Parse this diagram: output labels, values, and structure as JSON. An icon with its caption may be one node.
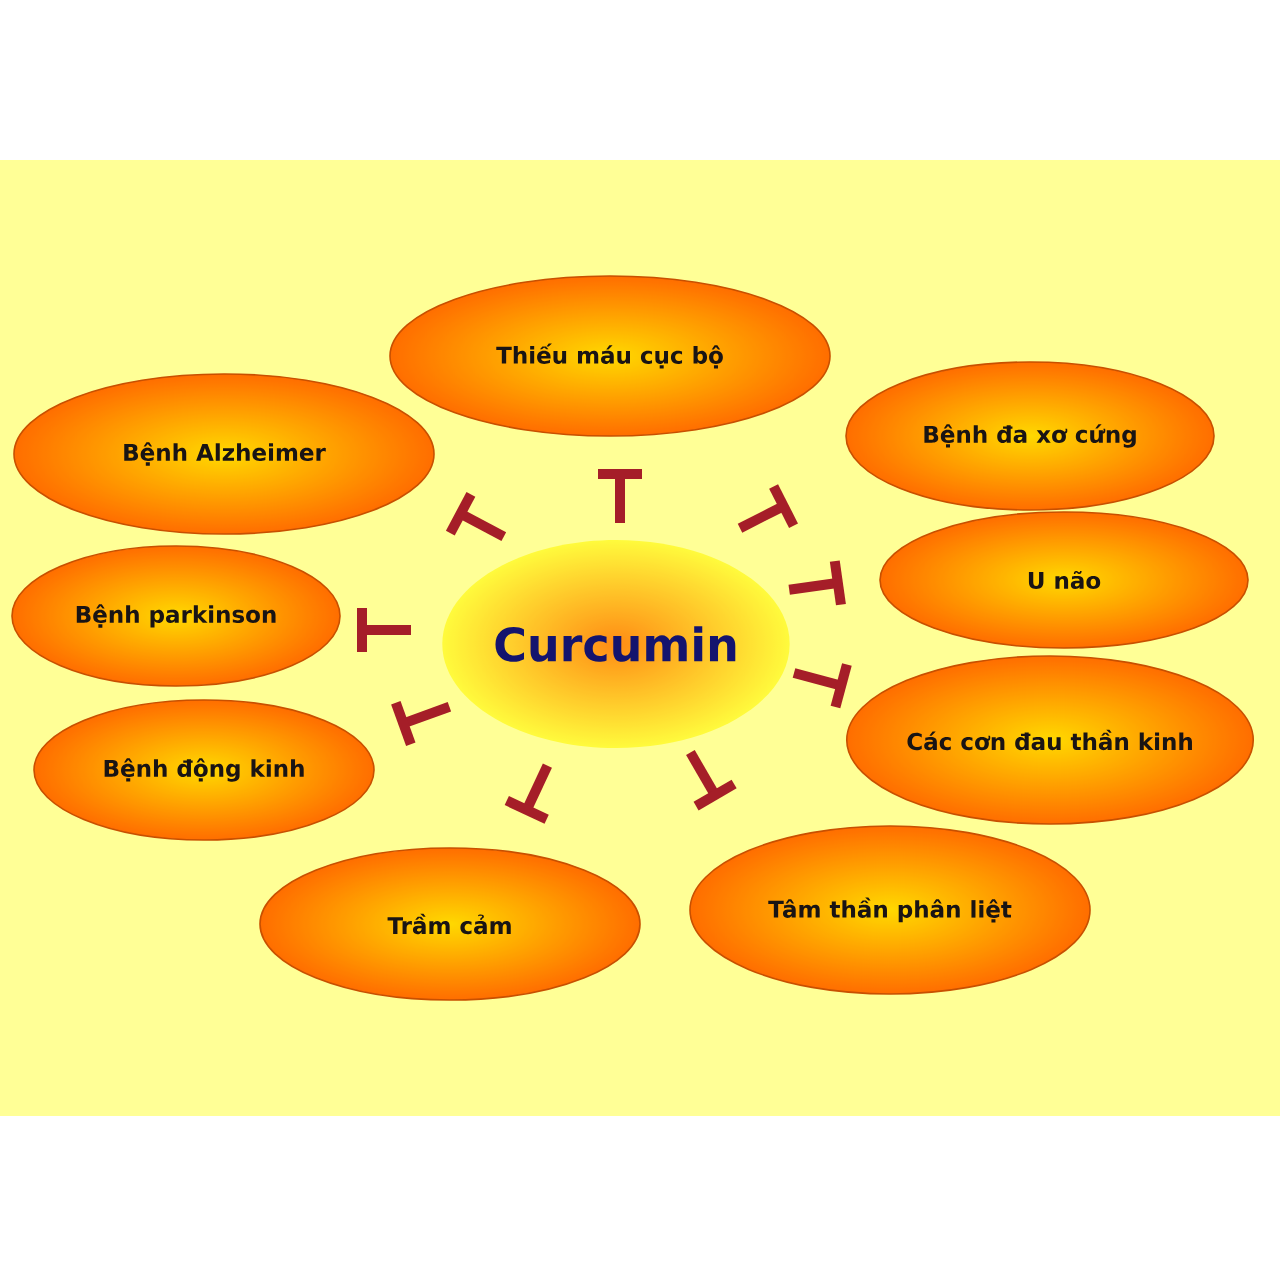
{
  "diagram": {
    "nodes": [
      {
        "text": [
          "Thiếu máu cục bộ"
        ]
      },
      {
        "text": [
          "Bệnh Alzheimer"
        ]
      },
      {
        "text": [
          "Bệnh đa xơ cứng"
        ]
      },
      {
        "text": [
          "Bệnh parkinson"
        ]
      },
      {
        "text": [
          "Curcumin"
        ]
      },
      {
        "text": [
          "U não"
        ]
      },
      {
        "text": [
          "Bệnh động kinh"
        ]
      },
      {
        "text": [
          "Các cơn đau thần kinh"
        ]
      },
      {
        "text": [
          "Trầm cảm"
        ]
      },
      {
        "text": [
          "Tâm thần phân liệt"
        ]
      }
    ]
  }
}
